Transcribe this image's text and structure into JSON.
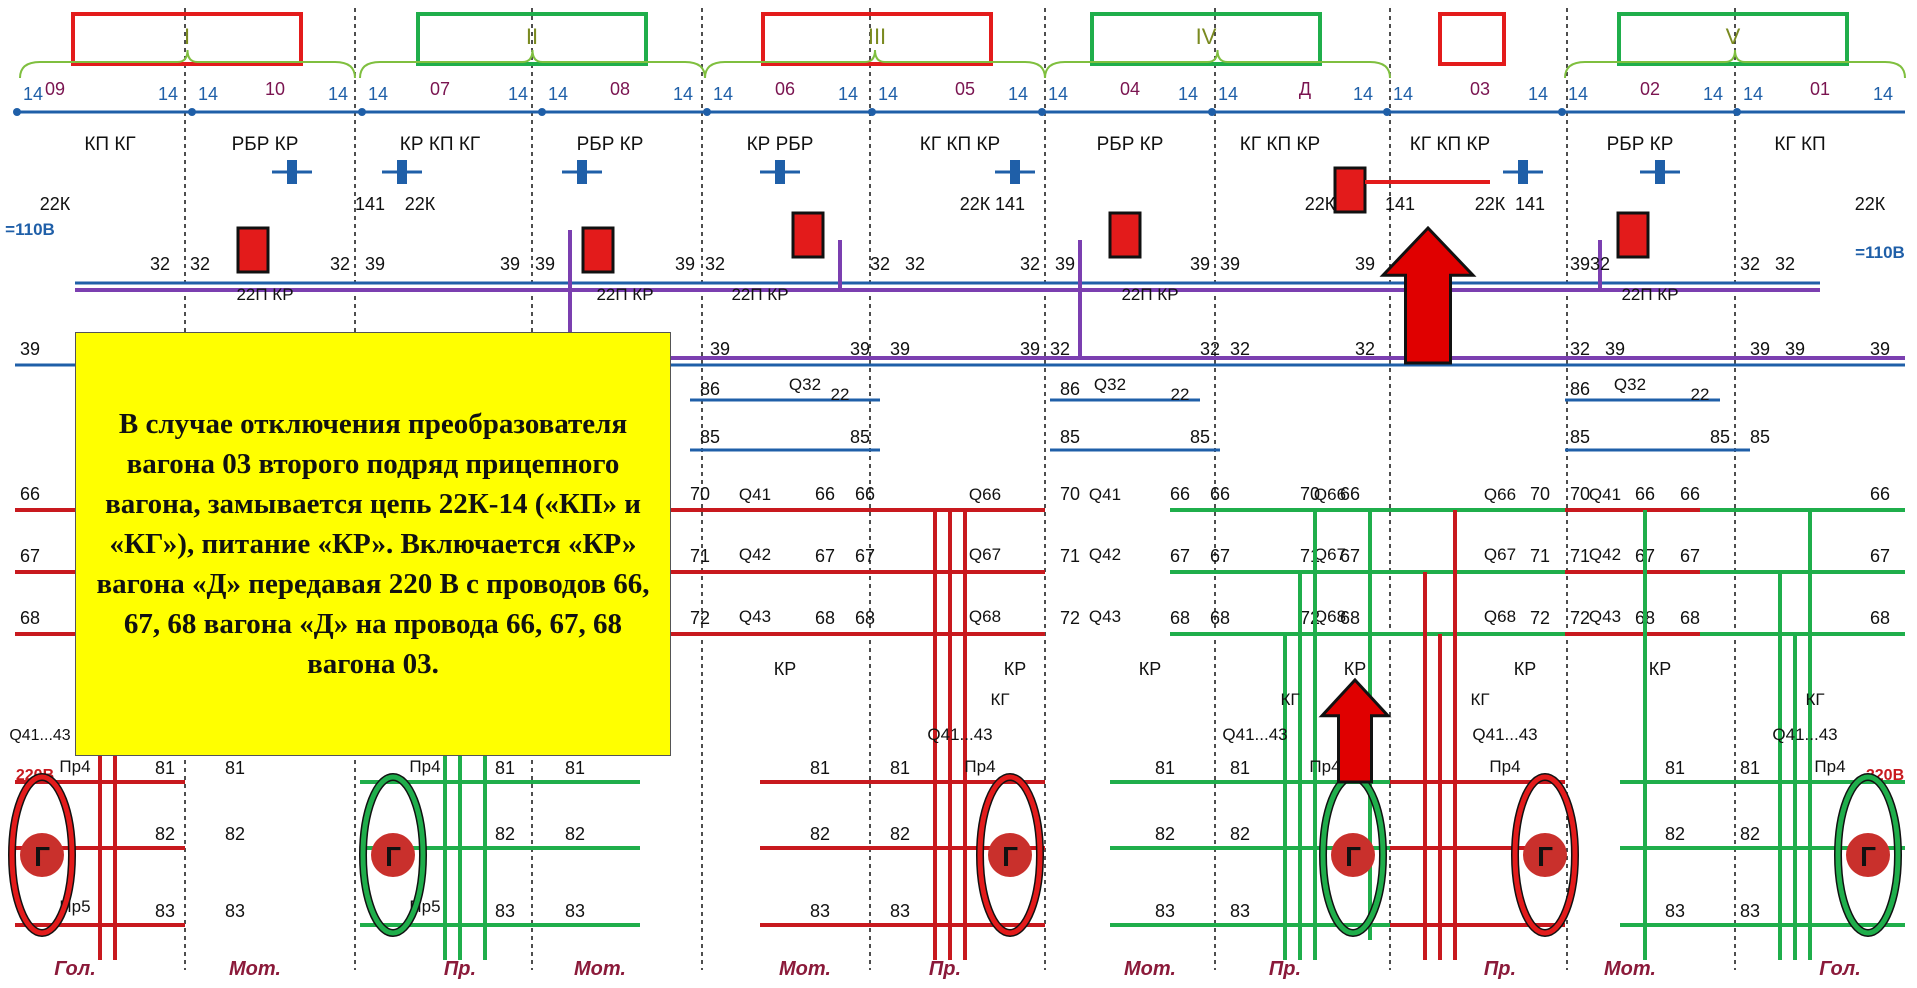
{
  "diagram": {
    "groups": [
      {
        "label": "I",
        "state": "off"
      },
      {
        "label": "II",
        "state": "on"
      },
      {
        "label": "III",
        "state": "off"
      },
      {
        "label": "IV",
        "state": "on"
      },
      {
        "label": "",
        "state": "off"
      },
      {
        "label": "V",
        "state": "on"
      }
    ],
    "cars": [
      {
        "number": "09",
        "type": "Гол."
      },
      {
        "number": "10",
        "type": "Мот."
      },
      {
        "number": "07",
        "type": "Пр."
      },
      {
        "number": "08",
        "type": "Мот."
      },
      {
        "number": "06",
        "type": "Мот."
      },
      {
        "number": "05",
        "type": "Пр."
      },
      {
        "number": "04",
        "type": "Мот."
      },
      {
        "number": "Д",
        "type": "Пр."
      },
      {
        "number": "03",
        "type": "Пр."
      },
      {
        "number": "02",
        "type": "Мот."
      },
      {
        "number": "01",
        "type": "Гол."
      }
    ],
    "wires_top": [
      "14",
      "32",
      "39",
      "86",
      "85"
    ],
    "wires_power": [
      "66",
      "67",
      "68",
      "70",
      "71",
      "72"
    ],
    "wires_gen": [
      "81",
      "82",
      "83"
    ],
    "labels": {
      "kp": "КП",
      "kg": "КГ",
      "kr": "КР",
      "rbr": "РБР",
      "k22": "22К",
      "k141": "141",
      "p22": "22П",
      "q32": "Q32",
      "q22": "22",
      "q41": "Q41",
      "q42": "Q42",
      "q43": "Q43",
      "q66": "Q66",
      "q67": "Q67",
      "q68": "Q68",
      "q4143": "Q41...43",
      "pr4": "Пр4",
      "pr5": "Пр5",
      "g": "Г",
      "v110": "=110В",
      "v220": "220В"
    },
    "generators": [
      {
        "state": "off"
      },
      {
        "state": "on"
      },
      {
        "state": "off"
      },
      {
        "state": "on"
      },
      {
        "state": "off"
      },
      {
        "state": "on"
      }
    ],
    "colors": {
      "on": "#1fae4b",
      "off": "#e31b1b",
      "control": "#1f5fa8",
      "purple": "#7b3fb0",
      "power": "#c8191e",
      "label": "#8b1a3a",
      "arrow": "#e00000"
    }
  },
  "callout": {
    "text": "В случае  отключения преобразователя вагона 03 второго подряд прицепного вагона, замывается цепь 22К-14 («КП» и «КГ»), питание «КР». Включается   «КР»  вагона «Д» передавая 220 В с  проводов 66, 67, 68 вагона «Д» на провода 66, 67, 68 вагона 03."
  }
}
